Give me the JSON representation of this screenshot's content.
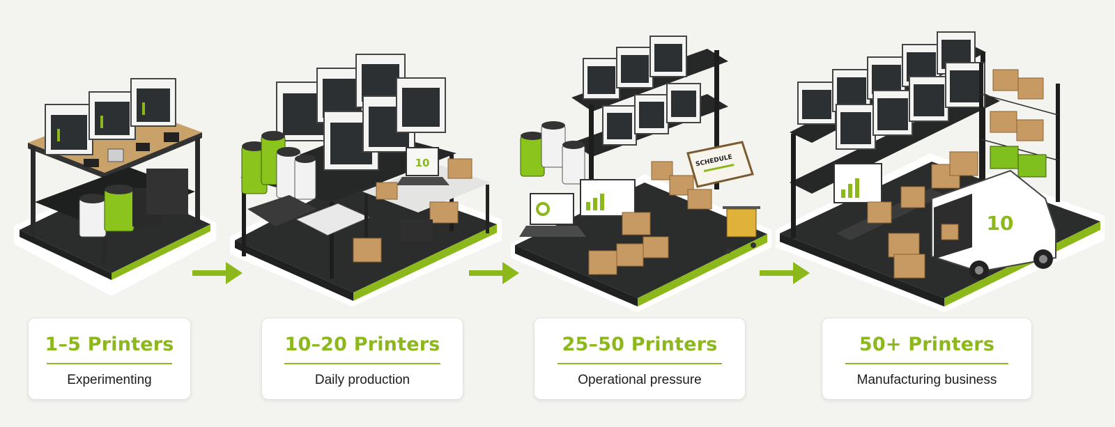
{
  "colors": {
    "accent": "#8cb81c",
    "platform": "#2b2d2c",
    "printer_body": "#f4f4f2",
    "filament_green": "#8cc41e",
    "box_brown": "#c79a64",
    "background": "#f3f4ef"
  },
  "stages": [
    {
      "title": "1–5 Printers",
      "subtitle": "Experimenting"
    },
    {
      "title": "10–20 Printers",
      "subtitle": "Daily production"
    },
    {
      "title": "25–50 Printers",
      "subtitle": "Operational pressure"
    },
    {
      "title": "50+ Printers",
      "subtitle": "Manufacturing business"
    }
  ],
  "illustration_text": {
    "laptop_logo": "10",
    "schedule_board": "SCHEDULE",
    "van_logo": "10"
  },
  "icons": {
    "arrow": "arrow-right-icon",
    "printer": "3d-printer-icon",
    "filament": "filament-spool-icon",
    "box": "cardboard-box-icon",
    "van": "delivery-van-icon"
  }
}
